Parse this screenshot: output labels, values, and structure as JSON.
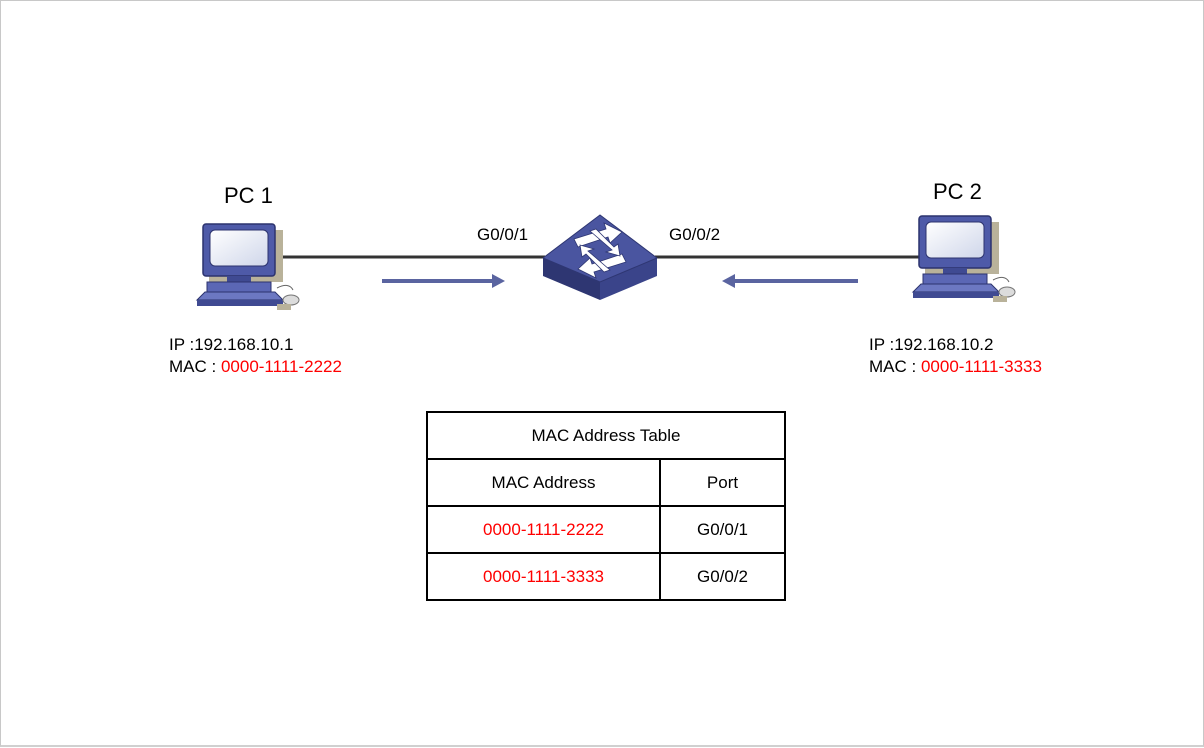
{
  "colors": {
    "mac_text": "#ff0000",
    "link_line": "#333333",
    "arrow": "#5a64a0",
    "switch_top": "#4a55a0",
    "switch_side": "#2e3672"
  },
  "pc1": {
    "title": "PC 1",
    "ip_label": "IP :",
    "ip": "192.168.10.1",
    "mac_label": "MAC : ",
    "mac": "0000-1111-2222",
    "icon": "computer-icon"
  },
  "pc2": {
    "title": "PC 2",
    "ip_label": "IP :",
    "ip": "192.168.10.2",
    "mac_label": "MAC : ",
    "mac": "0000-1111-3333",
    "icon": "computer-icon"
  },
  "switch": {
    "icon": "switch-icon",
    "port_left": "G0/0/1",
    "port_right": "G0/0/2"
  },
  "table": {
    "title": "MAC Address Table",
    "headers": [
      "MAC Address",
      "Port"
    ],
    "rows": [
      {
        "mac": "0000-1111-2222",
        "port": "G0/0/1"
      },
      {
        "mac": "0000-1111-3333",
        "port": "G0/0/2"
      }
    ]
  }
}
